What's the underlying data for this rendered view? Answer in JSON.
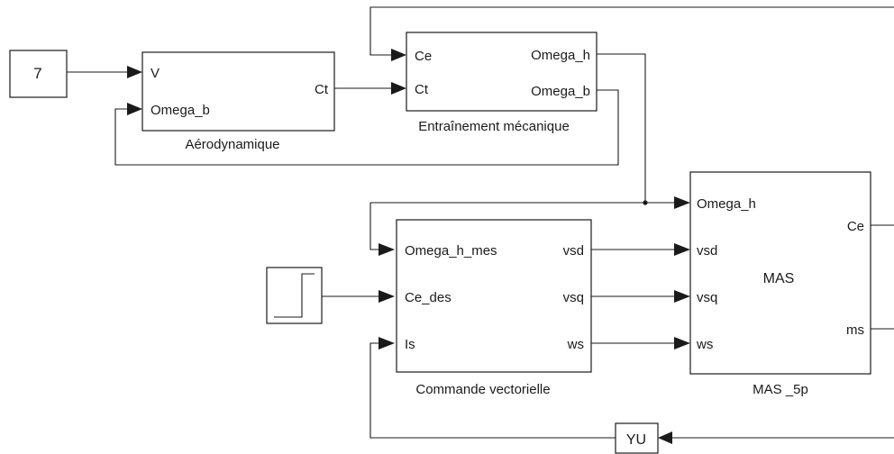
{
  "blocks": {
    "constant": {
      "value": "7"
    },
    "aero": {
      "name": "Aérodynamique",
      "in1": "V",
      "in2": "Omega_b",
      "out1": "Ct"
    },
    "mech": {
      "name": "Entraînement mécanique",
      "in1": "Ce",
      "in2": "Ct",
      "out1": "Omega_h",
      "out2": "Omega_b"
    },
    "ctrl": {
      "name": "Commande vectorielle",
      "in1": "Omega_h_mes",
      "in2": "Ce_des",
      "in3": "Is",
      "out1": "vsd",
      "out2": "vsq",
      "out3": "ws"
    },
    "mas": {
      "name": "MAS _5p",
      "title": "MAS",
      "in1": "Omega_h",
      "in2": "vsd",
      "in3": "vsq",
      "in4": "ws",
      "out1": "Ce",
      "out2": "ms"
    },
    "yu": {
      "label": "YU"
    }
  },
  "colors": {
    "line": "#1a1a1a",
    "background": "#ffffff"
  }
}
